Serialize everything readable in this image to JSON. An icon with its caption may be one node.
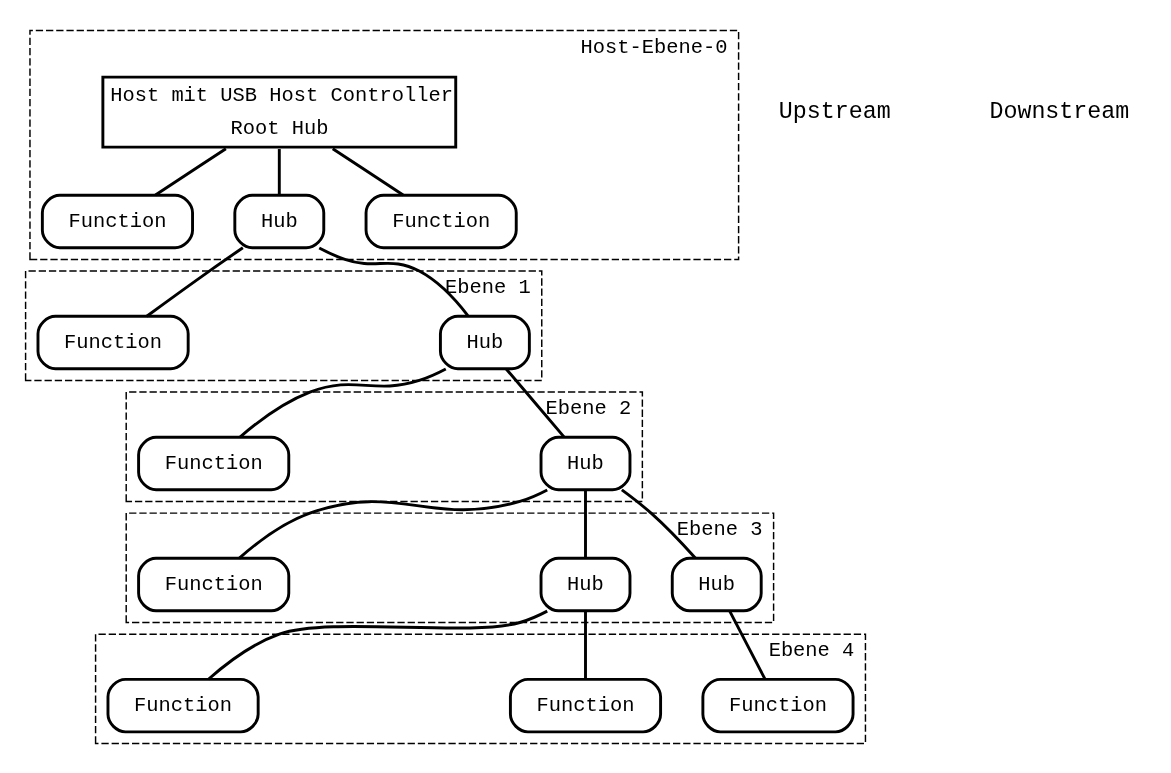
{
  "diagram": {
    "nodes": [
      {
        "text": [
          "Host-Ebene-0"
        ]
      },
      {
        "text": [
          "Host mit USB Host Controller",
          "Root Hub"
        ],
        "in": 0
      },
      {
        "text": [
          "Function"
        ],
        "in": 0
      },
      {
        "text": [
          "Hub"
        ],
        "in": 0
      },
      {
        "text": [
          "Function"
        ],
        "in": 0
      },
      {
        "text": [
          "Ebene 1"
        ]
      },
      {
        "text": [
          "Hub"
        ],
        "in": 5
      },
      {
        "text": [
          "Function"
        ],
        "in": 5
      },
      {
        "text": [
          "Ebene 2"
        ]
      },
      {
        "text": [
          "Hub"
        ],
        "in": 8
      },
      {
        "text": [
          "Function"
        ],
        "in": 8
      },
      {
        "text": [
          "Ebene 3"
        ]
      },
      {
        "text": [
          "Hub"
        ],
        "in": 11
      },
      {
        "text": [
          "Hub"
        ],
        "in": 11
      },
      {
        "text": [
          "Function"
        ],
        "in": 11
      },
      {
        "text": [
          "Ebene 4"
        ]
      },
      {
        "text": [
          "Function"
        ],
        "in": 15
      },
      {
        "text": [
          "Function"
        ],
        "in": 15
      },
      {
        "text": [
          "Function"
        ],
        "in": 15
      }
    ],
    "edges": [
      {
        "from": 1,
        "to": 2,
        "arrow": "none"
      },
      {
        "from": 1,
        "to": 3,
        "arrow": "none"
      },
      {
        "from": 1,
        "to": 4,
        "arrow": "none"
      },
      {
        "from": 3,
        "to": 6,
        "arrow": "none"
      },
      {
        "from": 3,
        "to": 7,
        "arrow": "none"
      },
      {
        "from": 6,
        "to": 9,
        "arrow": "none"
      },
      {
        "from": 6,
        "to": 10,
        "arrow": "none"
      },
      {
        "from": 9,
        "to": 12,
        "arrow": "none"
      },
      {
        "from": 9,
        "to": 13,
        "arrow": "none"
      },
      {
        "from": 9,
        "to": 14,
        "arrow": "none"
      },
      {
        "from": 12,
        "to": 16,
        "arrow": "none"
      },
      {
        "from": 13,
        "to": 17,
        "arrow": "none"
      },
      {
        "from": 13,
        "to": 18,
        "arrow": "none"
      }
    ],
    "labels": [
      "Upstream",
      "Downstream"
    ]
  }
}
